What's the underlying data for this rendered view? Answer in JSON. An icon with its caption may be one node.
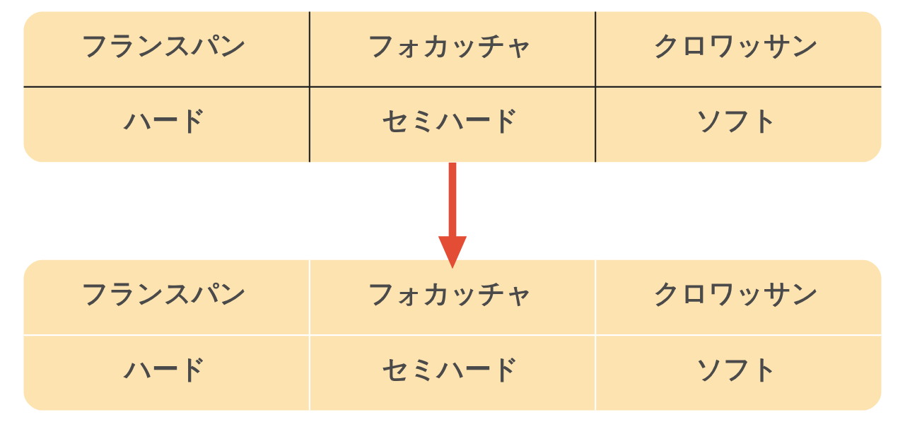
{
  "diagram": {
    "nodes": [
      {
        "text": [
          "フランスパン",
          "フォカッチャ",
          "クロワッサン",
          "ハード",
          "セミハード",
          "ソフト"
        ]
      },
      {
        "text": [
          "フランスパン",
          "フォカッチャ",
          "クロワッサン",
          "ハード",
          "セミハード",
          "ソフト"
        ]
      }
    ],
    "edges": [
      {
        "from": 0,
        "to": 1,
        "arrow": "to",
        "color": "#e44d35"
      }
    ]
  }
}
